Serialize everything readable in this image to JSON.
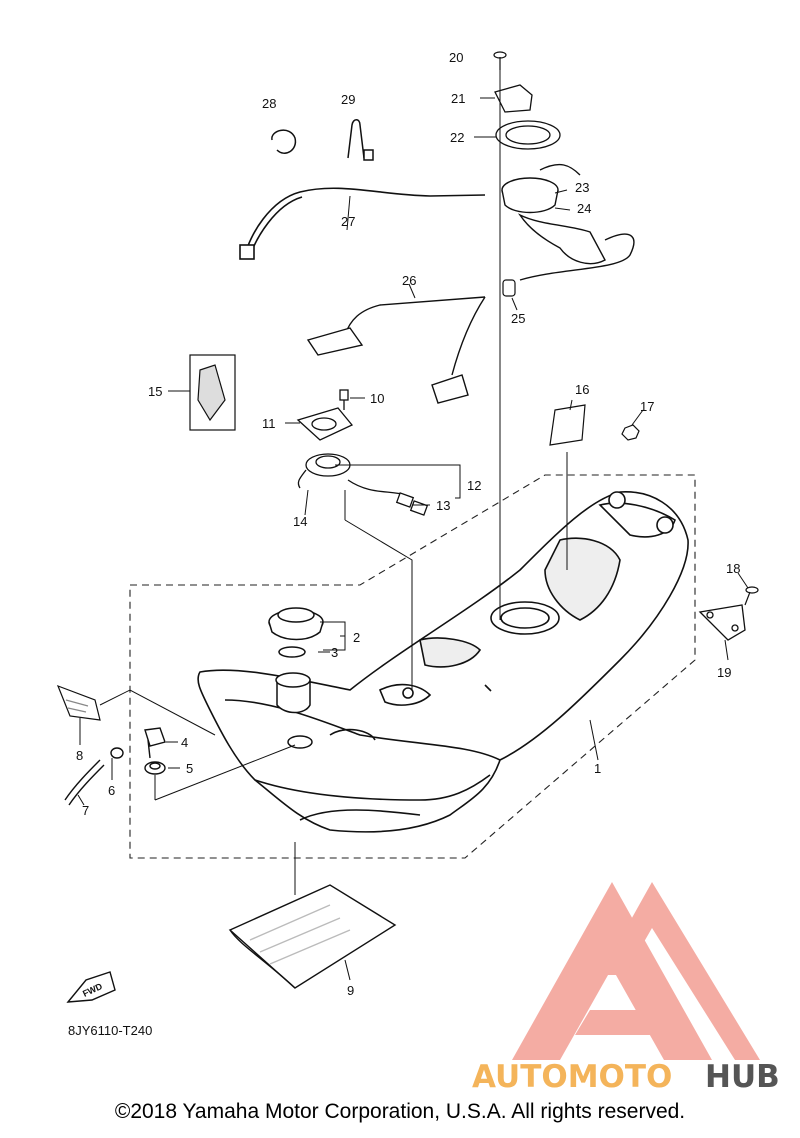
{
  "labels": {
    "p1": "1",
    "p2": "2",
    "p3": "3",
    "p4": "4",
    "p5": "5",
    "p6": "6",
    "p7": "7",
    "p8": "8",
    "p9": "9",
    "p10": "10",
    "p11": "11",
    "p12": "12",
    "p13": "13",
    "p14": "14",
    "p15": "15",
    "p16": "16",
    "p17": "17",
    "p18": "18",
    "p19": "19",
    "p20": "20",
    "p21": "21",
    "p22": "22",
    "p23": "23",
    "p24": "24",
    "p25": "25",
    "p26": "26",
    "p27": "27",
    "p28": "28",
    "p29": "29"
  },
  "fwd_label": "FWD",
  "diagram_code": "8JY6110-T240",
  "watermark": {
    "part1": "AUTOMOTO",
    "part2": "HUB",
    "color_main": "#f3a49a",
    "color_text": "#f4b45a",
    "color_hub": "#555555"
  },
  "copyright": "©2018 Yamaha Motor Corporation, U.S.A. All rights reserved."
}
